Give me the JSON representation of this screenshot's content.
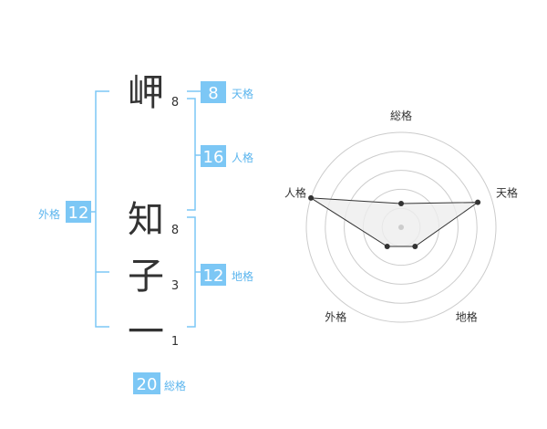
{
  "colors": {
    "accent": "#7cc7f5",
    "label": "#5bb5ee",
    "kanji": "#333333",
    "grid": "#cccccc",
    "polygon_fill": "#eeeeee",
    "polygon_stroke": "#333333"
  },
  "name": {
    "surname": [
      {
        "char": "岬",
        "strokes": "8"
      }
    ],
    "given": [
      {
        "char": "知",
        "strokes": "8"
      },
      {
        "char": "子",
        "strokes": "3"
      },
      {
        "char": "一",
        "strokes": "1"
      }
    ]
  },
  "fortune": {
    "tenkaku": {
      "label": "天格",
      "value": "8"
    },
    "jinkaku": {
      "label": "人格",
      "value": "16"
    },
    "chikaku": {
      "label": "地格",
      "value": "12"
    },
    "gaikaku": {
      "label": "外格",
      "value": "12"
    },
    "soukaku": {
      "label": "総格",
      "value": "20"
    }
  },
  "chart_data": {
    "type": "radar",
    "axes": [
      "総格",
      "天格",
      "地格",
      "外格",
      "人格"
    ],
    "values": [
      0.25,
      0.85,
      0.25,
      0.25,
      1.0
    ],
    "rings": 5,
    "range": [
      0,
      1
    ]
  }
}
